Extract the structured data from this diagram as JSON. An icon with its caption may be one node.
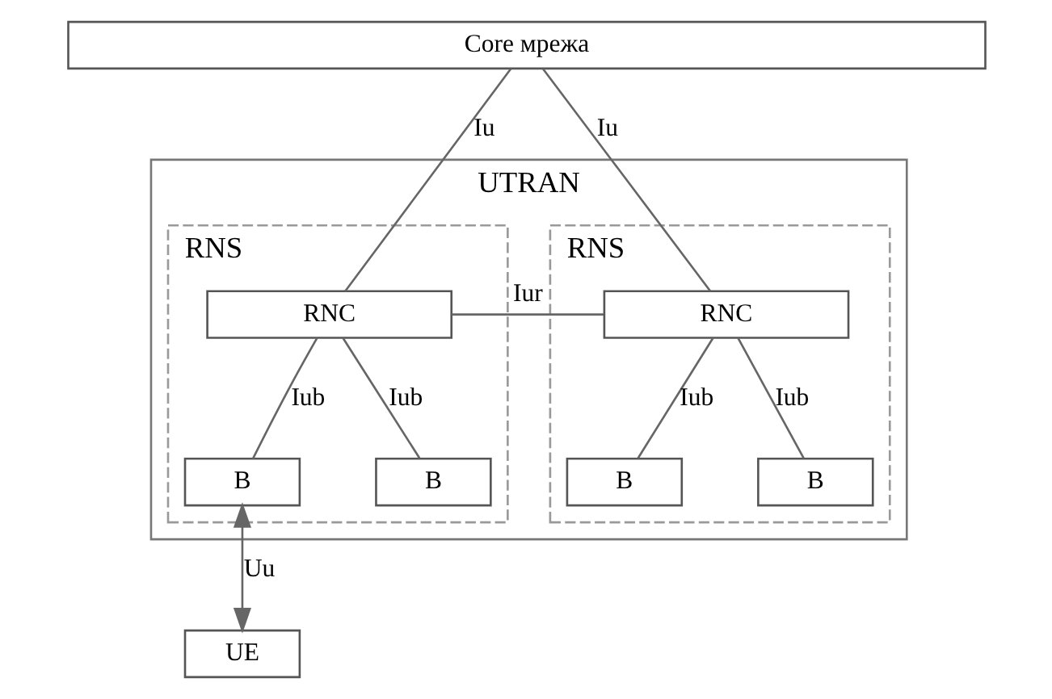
{
  "diagram": {
    "nodes": [
      {
        "text": [
          "Core мрежа"
        ]
      },
      {
        "text": [
          "UTRAN"
        ]
      },
      {
        "text": [
          "RNS"
        ],
        "in": 1
      },
      {
        "text": [
          "RNC"
        ],
        "in": 2
      },
      {
        "text": [
          "B"
        ],
        "in": 2
      },
      {
        "text": [
          "B"
        ],
        "in": 2
      },
      {
        "text": [
          "RNS"
        ],
        "in": 1
      },
      {
        "text": [
          "RNC"
        ],
        "in": 6
      },
      {
        "text": [
          "B"
        ],
        "in": 6
      },
      {
        "text": [
          "B"
        ],
        "in": 6
      },
      {
        "text": [
          "UE"
        ]
      }
    ],
    "edges": [
      {
        "from": 0,
        "to": 3,
        "arrow": "none",
        "label": "Iu"
      },
      {
        "from": 0,
        "to": 7,
        "arrow": "none",
        "label": "Iu"
      },
      {
        "from": 3,
        "to": 7,
        "arrow": "none",
        "label": "Iur"
      },
      {
        "from": 3,
        "to": 4,
        "arrow": "none",
        "label": "Iub"
      },
      {
        "from": 3,
        "to": 5,
        "arrow": "none",
        "label": "Iub"
      },
      {
        "from": 7,
        "to": 8,
        "arrow": "none",
        "label": "Iub"
      },
      {
        "from": 7,
        "to": 9,
        "arrow": "none",
        "label": "Iub"
      },
      {
        "from": 4,
        "to": 10,
        "arrow": "both",
        "label": "Uu"
      }
    ]
  }
}
